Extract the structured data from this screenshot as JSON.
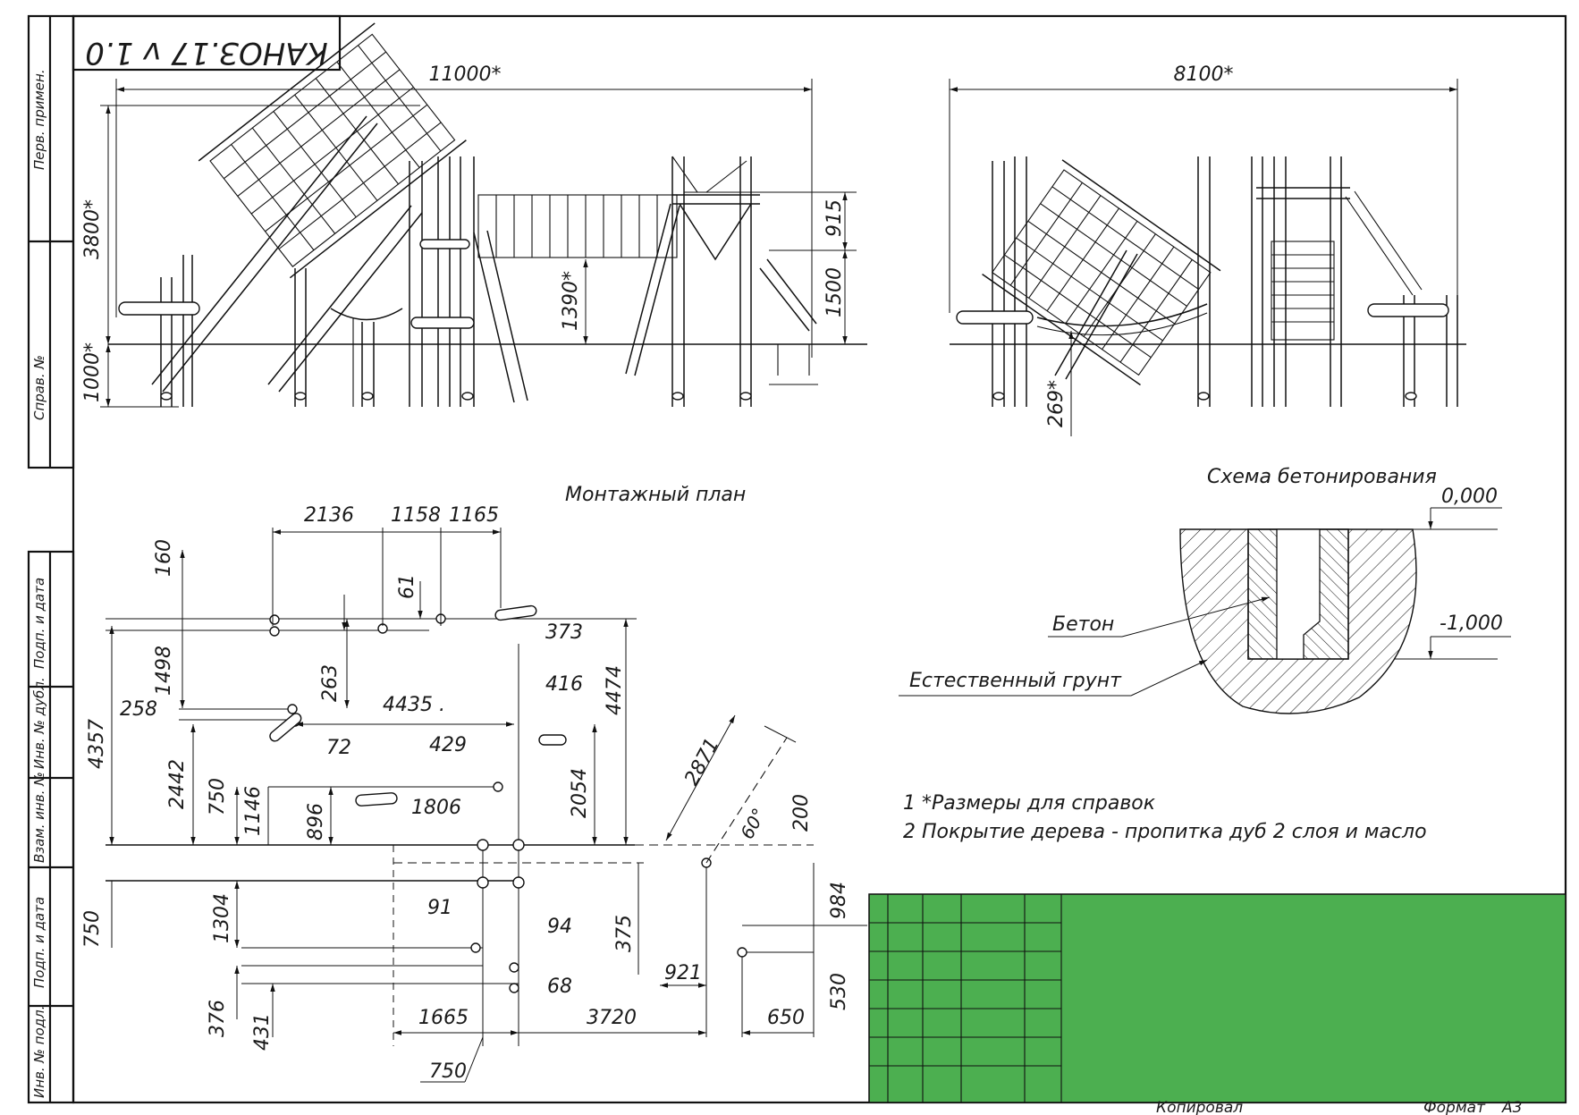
{
  "title_block": {
    "designation": "КАНОЗ.17 v 1.0",
    "copied_by": "Копировал",
    "format_label": "Формат",
    "format_value": "A3",
    "stamp_color": "#4caf50"
  },
  "side_columns": {
    "top": [
      "Перв. примен.",
      "Справ. №"
    ],
    "bottom": [
      "Подп. и дата",
      "Инв. № дубл.",
      "Взам. инв. №",
      "Подп. и дата",
      "Инв. № подл."
    ]
  },
  "elevation_views": {
    "front_width": "11000*",
    "side_width": "8100*",
    "height_total": "3800*",
    "depth_below": "1000*",
    "platform_height": "1390*",
    "top_section": "915",
    "lower_section": "1500",
    "net_clearance": "269*"
  },
  "headings": {
    "mounting_plan": "Монтажный план",
    "concrete_scheme": "Схема бетонирования"
  },
  "concrete_scheme": {
    "level_top": "0,000",
    "level_bottom": "-1,000",
    "concrete_label": "Бетон",
    "soil_label": "Естественный грунт"
  },
  "notes": [
    "1  *Размеры для справок",
    "2  Покрытие дерева - пропитка дуб 2 слоя и масло"
  ],
  "plan_dimensions": [
    {
      "id": "d2136",
      "text": "2136"
    },
    {
      "id": "d1158",
      "text": "1158"
    },
    {
      "id": "d1165",
      "text": "1165"
    },
    {
      "id": "d160",
      "text": "160"
    },
    {
      "id": "d61",
      "text": "61"
    },
    {
      "id": "d373",
      "text": "373"
    },
    {
      "id": "d1498",
      "text": "1498"
    },
    {
      "id": "d263",
      "text": "263"
    },
    {
      "id": "d4474",
      "text": "4474"
    },
    {
      "id": "d416",
      "text": "416"
    },
    {
      "id": "d258",
      "text": "258"
    },
    {
      "id": "d4435",
      "text": "4435 ."
    },
    {
      "id": "d4357",
      "text": "4357"
    },
    {
      "id": "d72",
      "text": "72"
    },
    {
      "id": "d429",
      "text": "429"
    },
    {
      "id": "d2442",
      "text": "2442"
    },
    {
      "id": "d750a",
      "text": "750"
    },
    {
      "id": "d1146",
      "text": "1146"
    },
    {
      "id": "d896",
      "text": "896"
    },
    {
      "id": "d1806",
      "text": "1806"
    },
    {
      "id": "d2054",
      "text": "2054"
    },
    {
      "id": "d2871",
      "text": "2871"
    },
    {
      "id": "d60",
      "text": "60°"
    },
    {
      "id": "d200",
      "text": "200"
    },
    {
      "id": "d750b",
      "text": "750"
    },
    {
      "id": "d1304",
      "text": "1304"
    },
    {
      "id": "d91",
      "text": "91"
    },
    {
      "id": "d94",
      "text": "94"
    },
    {
      "id": "d375",
      "text": "375"
    },
    {
      "id": "d984",
      "text": "984"
    },
    {
      "id": "d921",
      "text": "921"
    },
    {
      "id": "d68",
      "text": "68"
    },
    {
      "id": "d530",
      "text": "530"
    },
    {
      "id": "d376",
      "text": "376"
    },
    {
      "id": "d431",
      "text": "431"
    },
    {
      "id": "d1665",
      "text": "1665"
    },
    {
      "id": "d3720",
      "text": "3720"
    },
    {
      "id": "d650",
      "text": "650"
    },
    {
      "id": "d750c",
      "text": "750"
    }
  ]
}
